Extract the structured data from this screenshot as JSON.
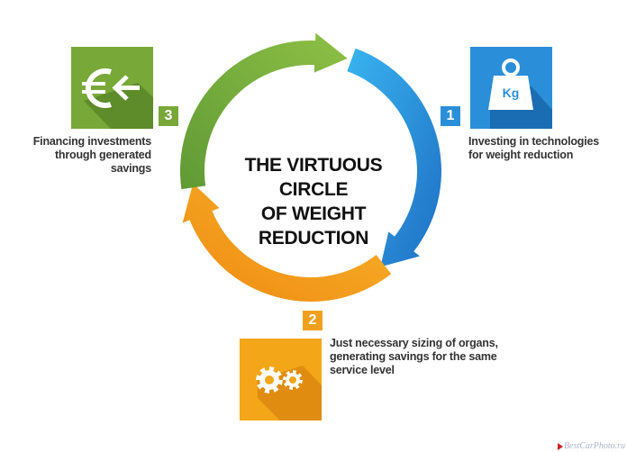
{
  "diagram": {
    "title_lines": [
      "THE VIRTUOUS CIRCLE",
      "OF WEIGHT REDUCTION"
    ],
    "colors": {
      "blue": "#2a8fd8",
      "orange": "#f0a01e",
      "green": "#7aa83a",
      "caption_text": "#333333",
      "title_text": "#111111"
    },
    "steps": [
      {
        "number": "1",
        "icon": "weight-kg-icon",
        "icon_label": "Kg",
        "color": "#2a8fd8",
        "caption_lines": [
          "Investing in technologies",
          "for weight reduction"
        ]
      },
      {
        "number": "2",
        "icon": "gears-icon",
        "color": "#f0a01e",
        "caption_lines": [
          "Just necessary sizing of organs,",
          "generating savings for the same",
          "service level"
        ]
      },
      {
        "number": "3",
        "icon": "euro-arrow-icon",
        "color": "#7aa83a",
        "caption_lines": [
          "Financing investments",
          "through generated",
          "savings"
        ]
      }
    ]
  },
  "watermark": "BestCarPhoto.ru"
}
